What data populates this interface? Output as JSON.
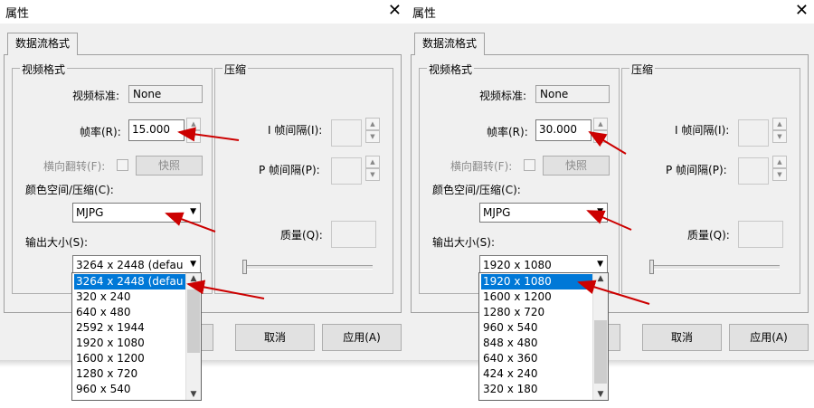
{
  "dialog_left": {
    "title": "属性",
    "close_symbol": "✕",
    "tab_label": "数据流格式",
    "video_group_label": "视频格式",
    "compress_group_label": "压缩",
    "standard_label": "视频标准:",
    "standard_value": "None",
    "framerate_label": "帧率(R):",
    "framerate_value": "15.000",
    "flip_label": "横向翻转(F):",
    "snapshot_label": "快照",
    "colorspace_label": "颜色空间/压缩(C):",
    "colorspace_value": "MJPG",
    "output_label": "输出大小(S):",
    "output_value": "3264 x 2448  (defau",
    "iframe_label": "I 帧间隔(I):",
    "pframe_label": "P 帧间隔(P):",
    "quality_label": "质量(Q):",
    "cancel_label": "取消",
    "apply_label": "应用(A)",
    "options": [
      "3264 x 2448  (defau",
      "320 x 240",
      "640 x 480",
      "2592 x 1944",
      "1920 x 1080",
      "1600 x 1200",
      "1280 x 720",
      "960 x 540"
    ]
  },
  "dialog_right": {
    "title": "属性",
    "close_symbol": "✕",
    "tab_label": "数据流格式",
    "video_group_label": "视频格式",
    "compress_group_label": "压缩",
    "standard_label": "视频标准:",
    "standard_value": "None",
    "framerate_label": "帧率(R):",
    "framerate_value": "30.000",
    "flip_label": "横向翻转(F):",
    "snapshot_label": "快照",
    "colorspace_label": "颜色空间/压缩(C):",
    "colorspace_value": "MJPG",
    "output_label": "输出大小(S):",
    "output_value": "1920 x 1080",
    "iframe_label": "I 帧间隔(I):",
    "pframe_label": "P 帧间隔(P):",
    "quality_label": "质量(Q):",
    "cancel_label": "取消",
    "apply_label": "应用(A)",
    "options": [
      "1920 x 1080",
      "1600 x 1200",
      "1280 x 720",
      "960 x 540",
      "848 x 480",
      "640 x 360",
      "424 x 240",
      "320 x 180"
    ]
  },
  "colors": {
    "selection": "#0078d7",
    "annotation_arrow": "#cc0000"
  }
}
